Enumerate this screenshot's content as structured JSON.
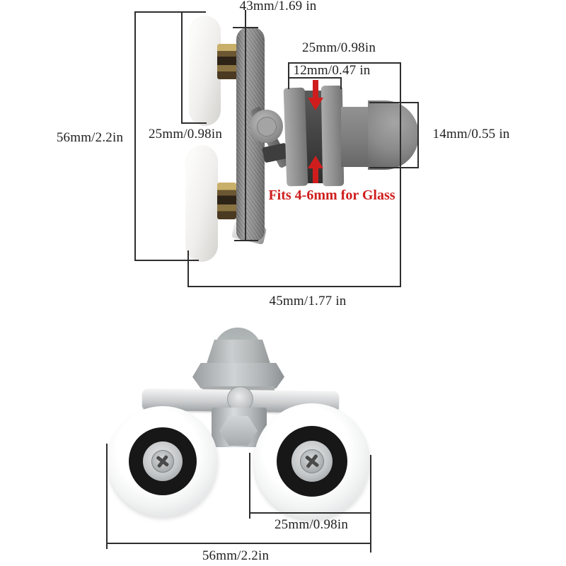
{
  "figure": {
    "background": "#ffffff",
    "dimension_line_color": "#2e2e2e",
    "label_color": "#1f1f1f",
    "accent_red": "#cf1d1d",
    "top_view": {
      "description": "side view of double shower door roller with glass clamp",
      "dimensions": {
        "bracket_height": "43mm/1.69 in",
        "overall_height": "56mm/2.2in",
        "roller_diameter": "25mm/0.98in",
        "clamp_length": "25mm/0.98in",
        "slot_opening": "12mm/0.47 in",
        "knob_diameter": "14mm/0.55 in",
        "overall_depth": "45mm/1.77 in"
      },
      "note": "Fits 4-6mm for Glass"
    },
    "bottom_view": {
      "description": "front view of double shower door roller",
      "dimensions": {
        "wheel_diameter": "25mm/0.98in",
        "overall_width": "56mm/2.2in"
      }
    }
  }
}
